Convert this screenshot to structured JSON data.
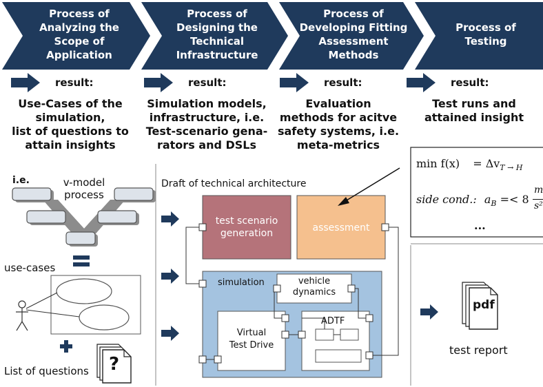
{
  "phases": [
    {
      "title_lines": [
        "Process of",
        "Analyzing the",
        "Scope of",
        "Application"
      ],
      "result_label": "result:",
      "result_lines": [
        "Use-Cases of the",
        "simulation,",
        "list of questions to",
        "attain insights"
      ]
    },
    {
      "title_lines": [
        "Process of",
        "Designing the",
        "Technical",
        "Infrastructure"
      ],
      "result_label": "result:",
      "result_lines": [
        "Simulation models,",
        "infrastructure, i.e.",
        "Test-scenario gena-",
        "rators and DSLs"
      ]
    },
    {
      "title_lines": [
        "Process of",
        "Developing Fitting",
        "Assessment",
        "Methods"
      ],
      "result_label": "result:",
      "result_lines": [
        "Evaluation",
        "methods for acitve",
        "safety systems, i.e.",
        "meta-metrics"
      ]
    },
    {
      "title_lines": [
        "Process of",
        "Testing"
      ],
      "result_label": "result:",
      "result_lines": [
        "Test runs and",
        "attained insight"
      ]
    }
  ],
  "left_panel": {
    "ie_label": "i.e.",
    "vmodel_lines": [
      "v-model",
      "process"
    ],
    "usecases_label": "use-cases",
    "questions_label": "List of questions",
    "question_mark": "?"
  },
  "architecture": {
    "title": "Draft of technical architecture",
    "test_scenario_lines": [
      "test scenario",
      "generation"
    ],
    "assessment_label": "assessment",
    "simulation_label": "simulation",
    "vehicle_dynamics_lines": [
      "vehicle",
      "dynamics"
    ],
    "virtual_test_drive_lines": [
      "Virtual",
      "Test Drive"
    ],
    "adtf_label": "ADTF"
  },
  "formula": {
    "line1_lhs": "min f(x)",
    "line1_rhs": "= Δv",
    "line1_sub": "T → H",
    "line2_lhs": "side cond.:",
    "line2_rhs": "a",
    "line2_sub": "B",
    "line2_tail": "=< 8",
    "frac_num": "m",
    "frac_den": "s²",
    "ellipsis": "..."
  },
  "report": {
    "pdf_label": "pdf",
    "caption": "test report"
  },
  "colors": {
    "navy": "#1f3a5c",
    "test_scenario": "#b5737a",
    "assessment": "#f5c08e",
    "simulation": "#a4c3e0",
    "vmodel_box": "#dde3ea",
    "vmodel_shadow": "#8c8c8c"
  }
}
